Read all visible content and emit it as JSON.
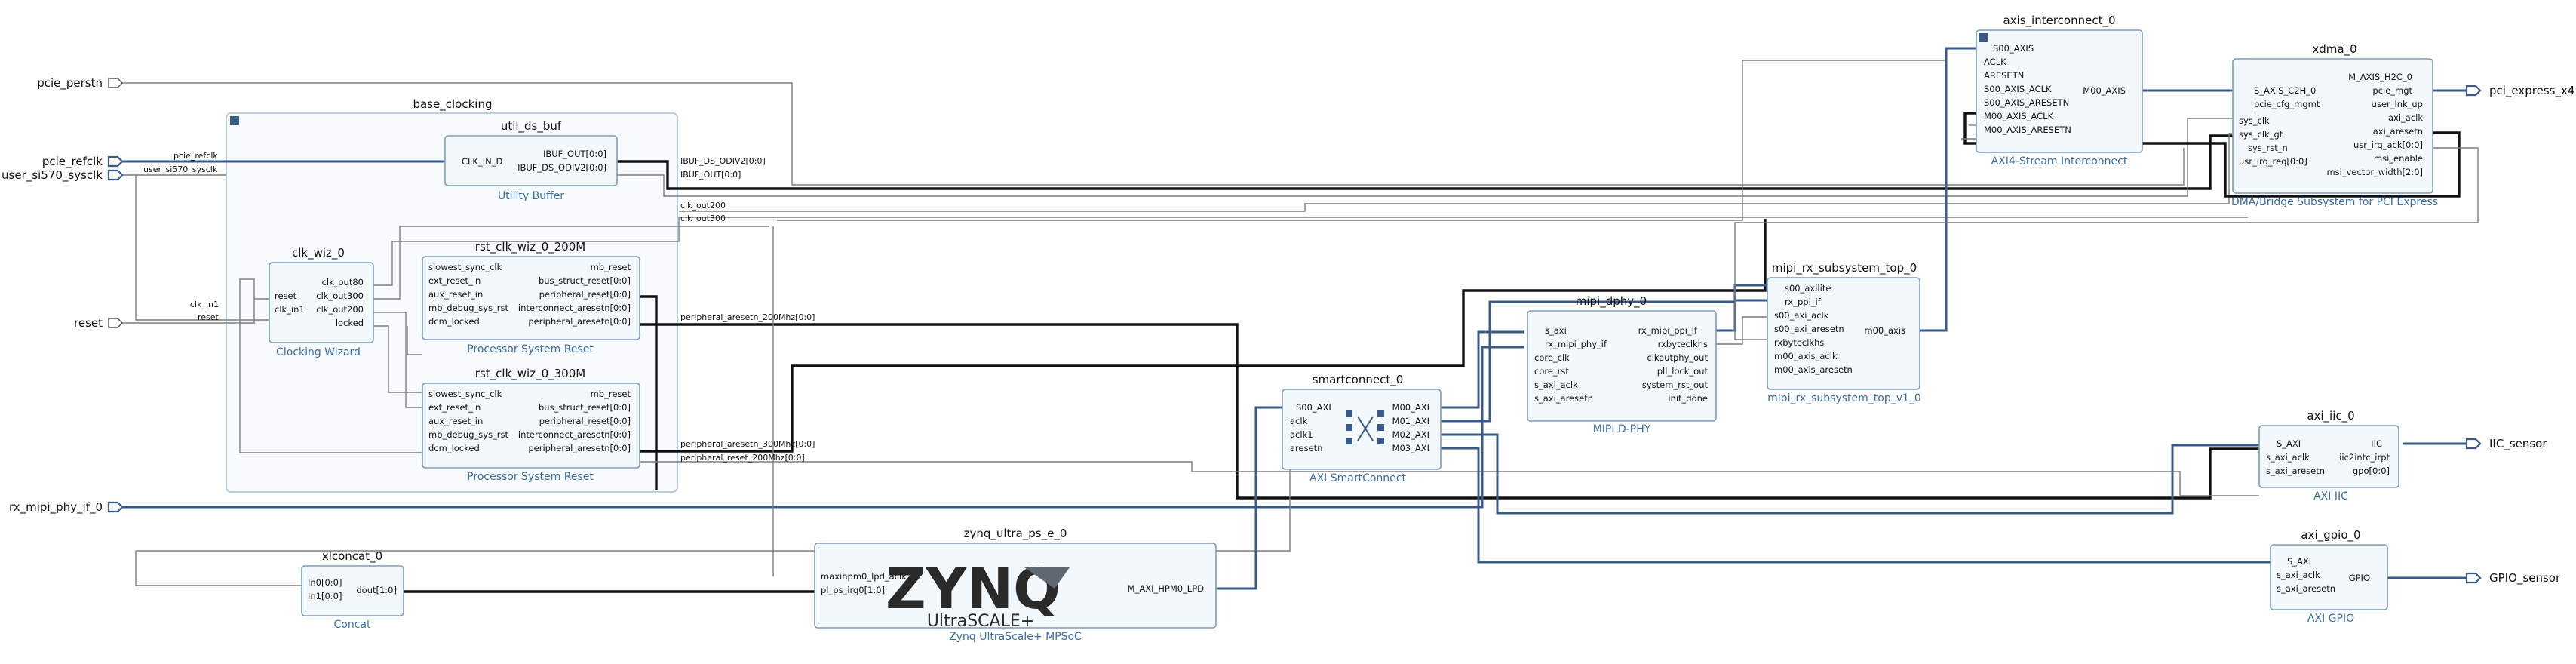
{
  "external_ports": {
    "pcie_perstn": "pcie_perstn",
    "pcie_refclk": "pcie_refclk",
    "user_si570_sysclk": "user_si570_sysclk",
    "reset": "reset",
    "rx_mipi_phy_if_0": "rx_mipi_phy_if_0",
    "pci_express_x4": "pci_express_x4",
    "IIC_sensor": "IIC_sensor",
    "GPIO_sensor": "GPIO_sensor"
  },
  "groups": {
    "base_clocking": "base_clocking"
  },
  "blocks": {
    "util_ds_buf": {
      "name": "util_ds_buf",
      "subtitle": "Utility Buffer",
      "in": [
        "CLK_IN_D"
      ],
      "out": [
        "IBUF_OUT[0:0]",
        "IBUF_DS_ODIV2[0:0]"
      ]
    },
    "clk_wiz_0": {
      "name": "clk_wiz_0",
      "subtitle": "Clocking Wizard",
      "in": [
        "reset",
        "clk_in1"
      ],
      "out": [
        "clk_out80",
        "clk_out300",
        "clk_out200",
        "locked"
      ]
    },
    "rst_clk_wiz_0_200M": {
      "name": "rst_clk_wiz_0_200M",
      "subtitle": "Processor System Reset",
      "in": [
        "slowest_sync_clk",
        "ext_reset_in",
        "aux_reset_in",
        "mb_debug_sys_rst",
        "dcm_locked"
      ],
      "out": [
        "mb_reset",
        "bus_struct_reset[0:0]",
        "peripheral_reset[0:0]",
        "interconnect_aresetn[0:0]",
        "peripheral_aresetn[0:0]"
      ]
    },
    "rst_clk_wiz_0_300M": {
      "name": "rst_clk_wiz_0_300M",
      "subtitle": "Processor System Reset",
      "in": [
        "slowest_sync_clk",
        "ext_reset_in",
        "aux_reset_in",
        "mb_debug_sys_rst",
        "dcm_locked"
      ],
      "out": [
        "mb_reset",
        "bus_struct_reset[0:0]",
        "peripheral_reset[0:0]",
        "interconnect_aresetn[0:0]",
        "peripheral_aresetn[0:0]"
      ]
    },
    "xlconcat_0": {
      "name": "xlconcat_0",
      "subtitle": "Concat",
      "in": [
        "In0[0:0]",
        "In1[0:0]"
      ],
      "out": [
        "dout[1:0]"
      ]
    },
    "zynq": {
      "name": "zynq_ultra_ps_e_0",
      "subtitle": "Zynq UltraScale+ MPSoC",
      "logo": "ZYNQ",
      "logo_sub": "UltraSCALE+",
      "in": [
        "maxihpm0_lpd_aclk",
        "pl_ps_irq0[1:0]"
      ],
      "out": [
        "M_AXI_HPM0_LPD"
      ]
    },
    "smartconnect_0": {
      "name": "smartconnect_0",
      "subtitle": "AXI SmartConnect",
      "in": [
        "S00_AXI",
        "aclk",
        "aclk1",
        "aresetn"
      ],
      "out": [
        "M00_AXI",
        "M01_AXI",
        "M02_AXI",
        "M03_AXI"
      ]
    },
    "mipi_dphy_0": {
      "name": "mipi_dphy_0",
      "subtitle": "MIPI D-PHY",
      "in": [
        "s_axi",
        "rx_mipi_phy_if",
        "core_clk",
        "core_rst",
        "s_axi_aclk",
        "s_axi_aresetn"
      ],
      "out": [
        "rx_mipi_ppi_if",
        "rxbyteclkhs",
        "clkoutphy_out",
        "pll_lock_out",
        "system_rst_out",
        "init_done"
      ]
    },
    "mipi_rx": {
      "name": "mipi_rx_subsystem_top_0",
      "subtitle": "mipi_rx_subsystem_top_v1_0",
      "in": [
        "s00_axilite",
        "rx_ppi_if",
        "s00_axi_aclk",
        "s00_axi_aresetn",
        "rxbyteclkhs",
        "m00_axis_aclk",
        "m00_axis_aresetn"
      ],
      "out": [
        "m00_axis"
      ]
    },
    "axis_ic": {
      "name": "axis_interconnect_0",
      "subtitle": "AXI4-Stream Interconnect",
      "in": [
        "S00_AXIS",
        "ACLK",
        "ARESETN",
        "S00_AXIS_ACLK",
        "S00_AXIS_ARESETN",
        "M00_AXIS_ACLK",
        "M00_AXIS_ARESETN"
      ],
      "out": [
        "M00_AXIS"
      ]
    },
    "xdma": {
      "name": "xdma_0",
      "subtitle": "DMA/Bridge Subsystem for PCI Express",
      "in": [
        "S_AXIS_C2H_0",
        "pcie_cfg_mgmt",
        "sys_clk",
        "sys_clk_gt",
        "sys_rst_n",
        "usr_irq_req[0:0]"
      ],
      "out": [
        "M_AXIS_H2C_0",
        "pcie_mgt",
        "user_lnk_up",
        "axi_aclk",
        "axi_aresetn",
        "usr_irq_ack[0:0]",
        "msi_enable",
        "msi_vector_width[2:0]"
      ]
    },
    "axi_iic": {
      "name": "axi_iic_0",
      "subtitle": "AXI IIC",
      "in": [
        "S_AXI",
        "s_axi_aclk",
        "s_axi_aresetn"
      ],
      "out": [
        "IIC",
        "iic2intc_irpt",
        "gpo[0:0]"
      ]
    },
    "axi_gpio": {
      "name": "axi_gpio_0",
      "subtitle": "AXI GPIO",
      "in": [
        "S_AXI",
        "s_axi_aclk",
        "s_axi_aresetn"
      ],
      "out": [
        "GPIO"
      ]
    }
  },
  "nets": {
    "pcie_refclk": "pcie_refclk",
    "user_si570_sysclk": "user_si570_sysclk",
    "clk_in1": "clk_in1",
    "reset": "reset",
    "ibuf_ds_odiv2": "IBUF_DS_ODIV2[0:0]",
    "ibuf_out": "IBUF_OUT[0:0]",
    "clk_out200": "clk_out200",
    "clk_out300": "clk_out300",
    "periph_aresetn_200": "peripheral_aresetn_200Mhz[0:0]",
    "periph_aresetn_300": "peripheral_aresetn_300Mhz[0:0]",
    "periph_reset_200": "peripheral_reset_200Mhz[0:0]"
  },
  "colors": {
    "block_fill": "#f3f8fd",
    "block_stroke": "#7d9bbd",
    "subtitle": "#3a6ea5",
    "bus": "#3a5a8a",
    "wire": "#7d7d7d",
    "thick_wire": "#111111"
  }
}
